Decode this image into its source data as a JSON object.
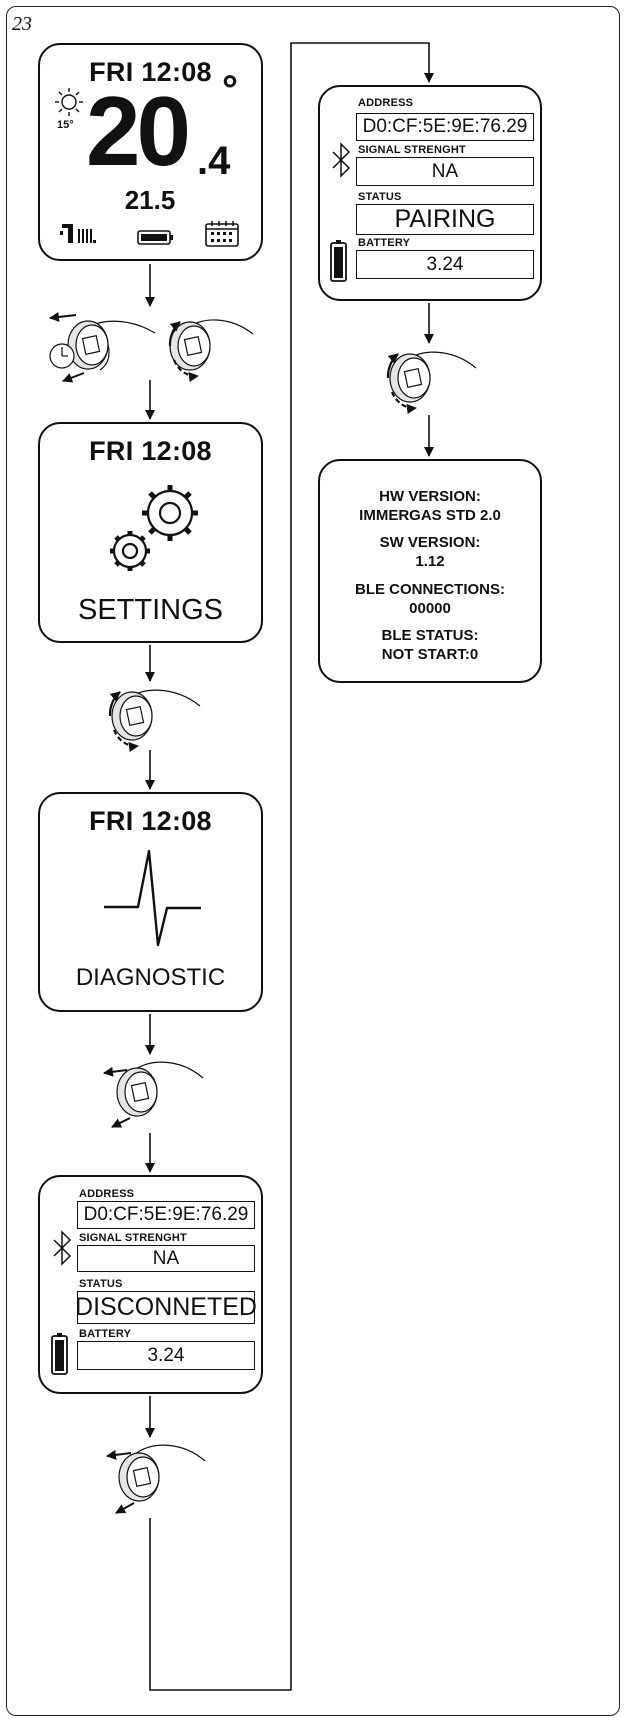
{
  "figure_number": "23",
  "home": {
    "day_time": "FRI 12:08",
    "outdoor_temp": "15°",
    "room_temp_int": "20",
    "room_temp_dec": ".4",
    "degree_sign": "°",
    "setpoint": "21.5"
  },
  "settings": {
    "day_time": "FRI 12:08",
    "label": "SETTINGS"
  },
  "diagnostic": {
    "day_time": "FRI 12:08",
    "label": "DIAGNOSTIC"
  },
  "ble_disconnected": {
    "address_label": "ADDRESS",
    "address": "D0:CF:5E:9E:76.29",
    "signal_label": "SIGNAL STRENGHT",
    "signal": "NA",
    "status_label": "STATUS",
    "status": "DISCONNETED",
    "battery_label": "BATTERY",
    "battery": "3.24"
  },
  "ble_pairing": {
    "address_label": "ADDRESS",
    "address": "D0:CF:5E:9E:76.29",
    "signal_label": "SIGNAL STRENGHT",
    "signal": "NA",
    "status_label": "STATUS",
    "status": "PAIRING",
    "battery_label": "BATTERY",
    "battery": "3.24"
  },
  "version_info": {
    "hw_label": "HW VERSION:",
    "hw_value": "IMMERGAS STD 2.0",
    "sw_label": "SW VERSION:",
    "sw_value": "1.12",
    "ble_conn_label": "BLE CONNECTIONS:",
    "ble_conn_value": "00000",
    "ble_status_label": "BLE STATUS:",
    "ble_status_value": "NOT START:0"
  },
  "icons": [
    "sun-icon",
    "radiator-icon",
    "battery-icon",
    "calendar-icon",
    "gears-icon",
    "pulse-icon",
    "bluetooth-icon",
    "knob-icon",
    "hand-icon",
    "arrow-icon"
  ]
}
